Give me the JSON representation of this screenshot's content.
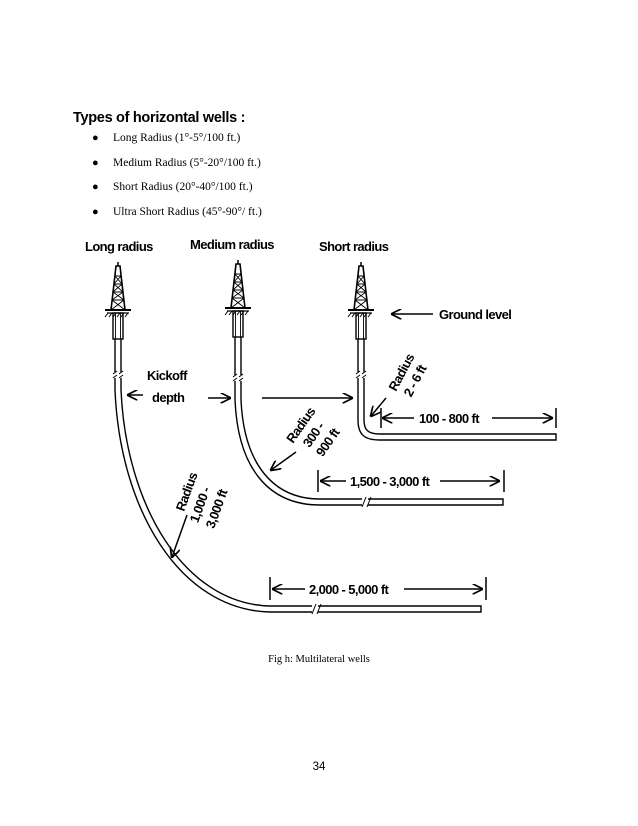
{
  "heading": "Types of horizontal wells :",
  "bullets": [
    "Long Radius (1°-5°/100 ft.)",
    "Medium Radius (5°-20°/100 ft.)",
    "Short Radius (20°-40°/100 ft.)",
    "Ultra Short Radius (45°-90°/ ft.)"
  ],
  "figure": {
    "titles": [
      "Long radius",
      "Medium radius",
      "Short radius"
    ],
    "ground_level": "Ground level",
    "kickoff_line1": "Kickoff",
    "kickoff_line2": "depth",
    "short_radius_l1": "Radius",
    "short_radius_l2": "2 - 6 ft",
    "medium_radius_l1": "Radius",
    "medium_radius_l2": "300 -",
    "medium_radius_l3": "900 ft",
    "long_radius_l1": "Radius",
    "long_radius_l2": "1,000 -",
    "long_radius_l3": "3,000 ft",
    "short_lateral": "100 - 800 ft",
    "medium_lateral": "1,500 - 3,000 ft",
    "long_lateral": "2,000 - 5,000 ft"
  },
  "caption": "Fig h: Multilateral wells",
  "page_number": "34"
}
